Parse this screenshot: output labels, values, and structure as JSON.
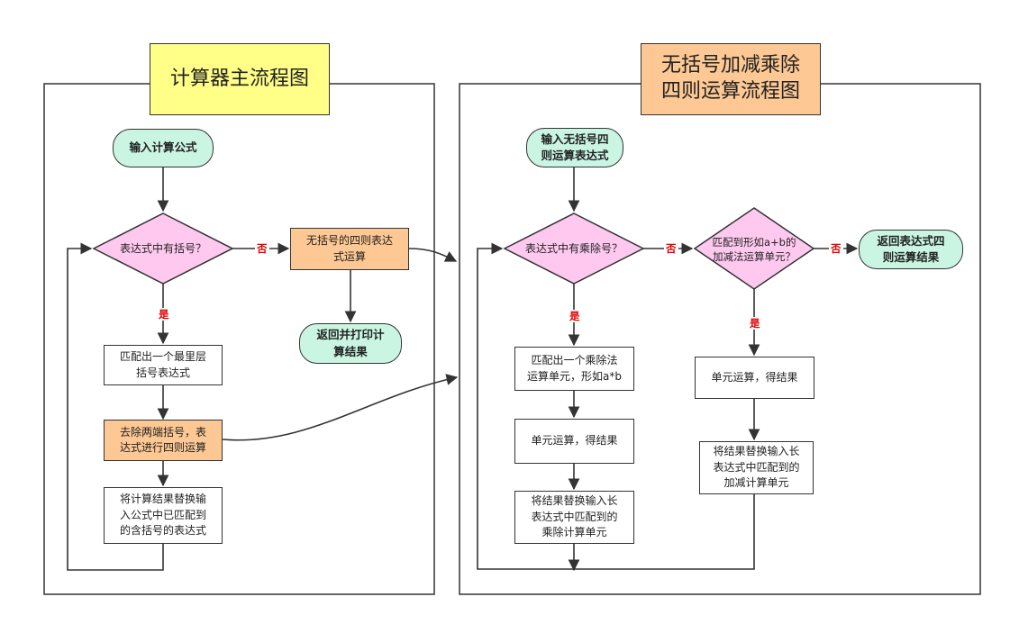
{
  "titles": {
    "main": "计算器主流程图",
    "right_line1": "无括号加减乘除",
    "right_line2": "四则运算流程图"
  },
  "main_flow": {
    "start": "输入计算公式",
    "decision_line1": "表达式中有括号？",
    "match_line1": "匹配出一个最里层",
    "match_line2": "括号表达式",
    "strip_line1": "去除两端括号，表",
    "strip_line2": "达式进行四则运算",
    "replace_line1": "将计算结果替换输",
    "replace_line2": "入公式中已匹配到",
    "replace_line3": "的含括号的表达式",
    "no_bracket_line1": "无括号的四则表达",
    "no_bracket_line2": "式运算",
    "return_line1": "返回并打印计",
    "return_line2": "算结果"
  },
  "sub_flow": {
    "start_line1": "输入无括号四",
    "start_line2": "则运算表达式",
    "decision_mul": "表达式中有乘除号？",
    "match_mul_line1": "匹配出一个乘除法",
    "match_mul_line2": "运算单元，形如a*b",
    "calc_mul": "单元运算，得结果",
    "replace_mul_line1": "将结果替换输入长",
    "replace_mul_line2": "表达式中匹配到的",
    "replace_mul_line3": "乘除计算单元",
    "decision_add_line1": "匹配到形如a+b的",
    "decision_add_line2": "加减法运算单元？",
    "calc_add": "单元运算，得结果",
    "replace_add_line1": "将结果替换输入长",
    "replace_add_line2": "表达式中匹配到的",
    "replace_add_line3": "加减计算单元",
    "return_line1": "返回表达式四",
    "return_line2": "则运算结果"
  },
  "labels": {
    "yes": "是",
    "no": "否"
  },
  "colors": {
    "terminal": "#c9f5e2",
    "decision": "#fec8ef",
    "process_highlight": "#fdc893",
    "title_main": "#fffe87",
    "label_text": "#e00000"
  }
}
